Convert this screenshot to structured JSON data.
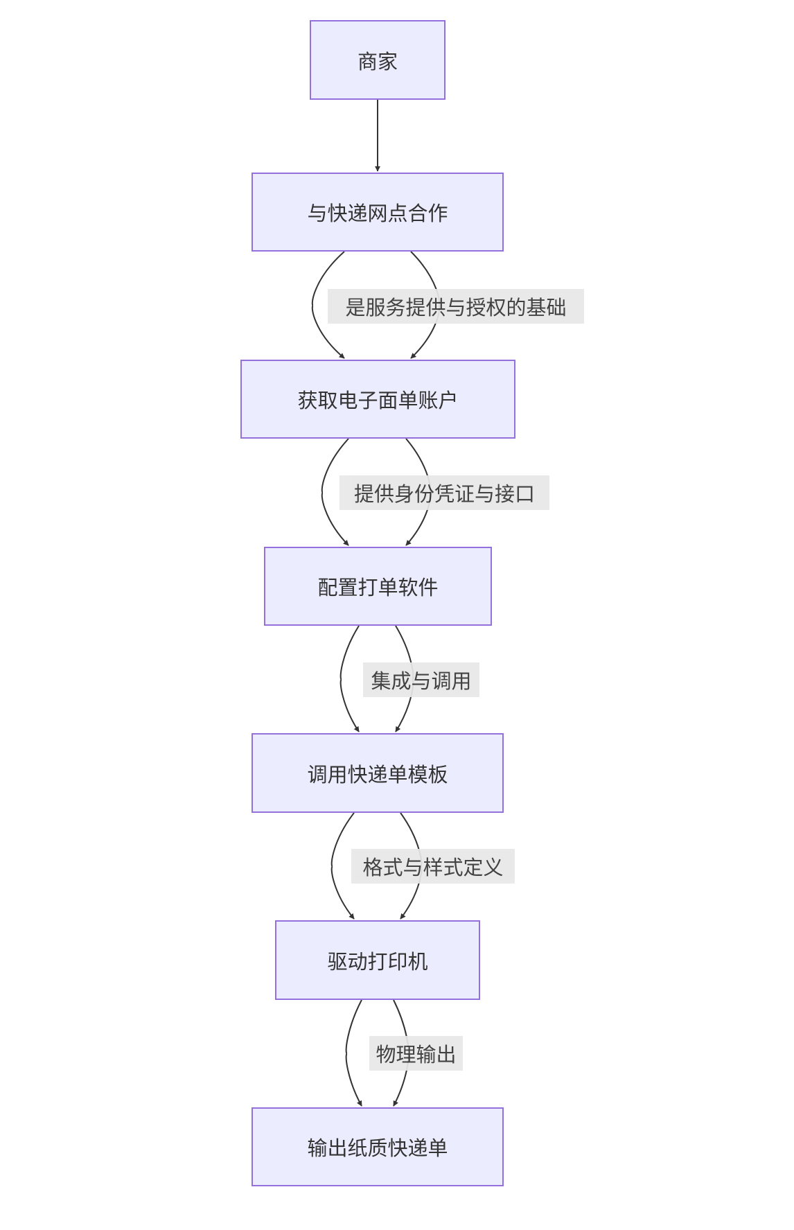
{
  "diagram": {
    "type": "flowchart",
    "direction": "top-down",
    "colors": {
      "node_fill": "#ECECFF",
      "node_stroke": "#9370DB",
      "edge": "#333333",
      "label_bg": "#E8E8E8",
      "text": "#333333"
    },
    "nodes": [
      {
        "id": "merchant",
        "label": "商家"
      },
      {
        "id": "partner",
        "label": "与快递网点合作"
      },
      {
        "id": "account",
        "label": "获取电子面单账户"
      },
      {
        "id": "software",
        "label": "配置打单软件"
      },
      {
        "id": "template",
        "label": "调用快递单模板"
      },
      {
        "id": "printer",
        "label": "驱动打印机"
      },
      {
        "id": "output",
        "label": "输出纸质快递单"
      }
    ],
    "edges": [
      {
        "from": "merchant",
        "to": "partner",
        "label": ""
      },
      {
        "from": "partner",
        "to": "account",
        "label": "是服务提供与授权的基础",
        "double": true
      },
      {
        "from": "account",
        "to": "software",
        "label": "提供身份凭证与接口",
        "double": true
      },
      {
        "from": "software",
        "to": "template",
        "label": "集成与调用",
        "double": true
      },
      {
        "from": "template",
        "to": "printer",
        "label": "格式与样式定义",
        "double": true
      },
      {
        "from": "printer",
        "to": "output",
        "label": "物理输出",
        "double": true
      }
    ]
  }
}
